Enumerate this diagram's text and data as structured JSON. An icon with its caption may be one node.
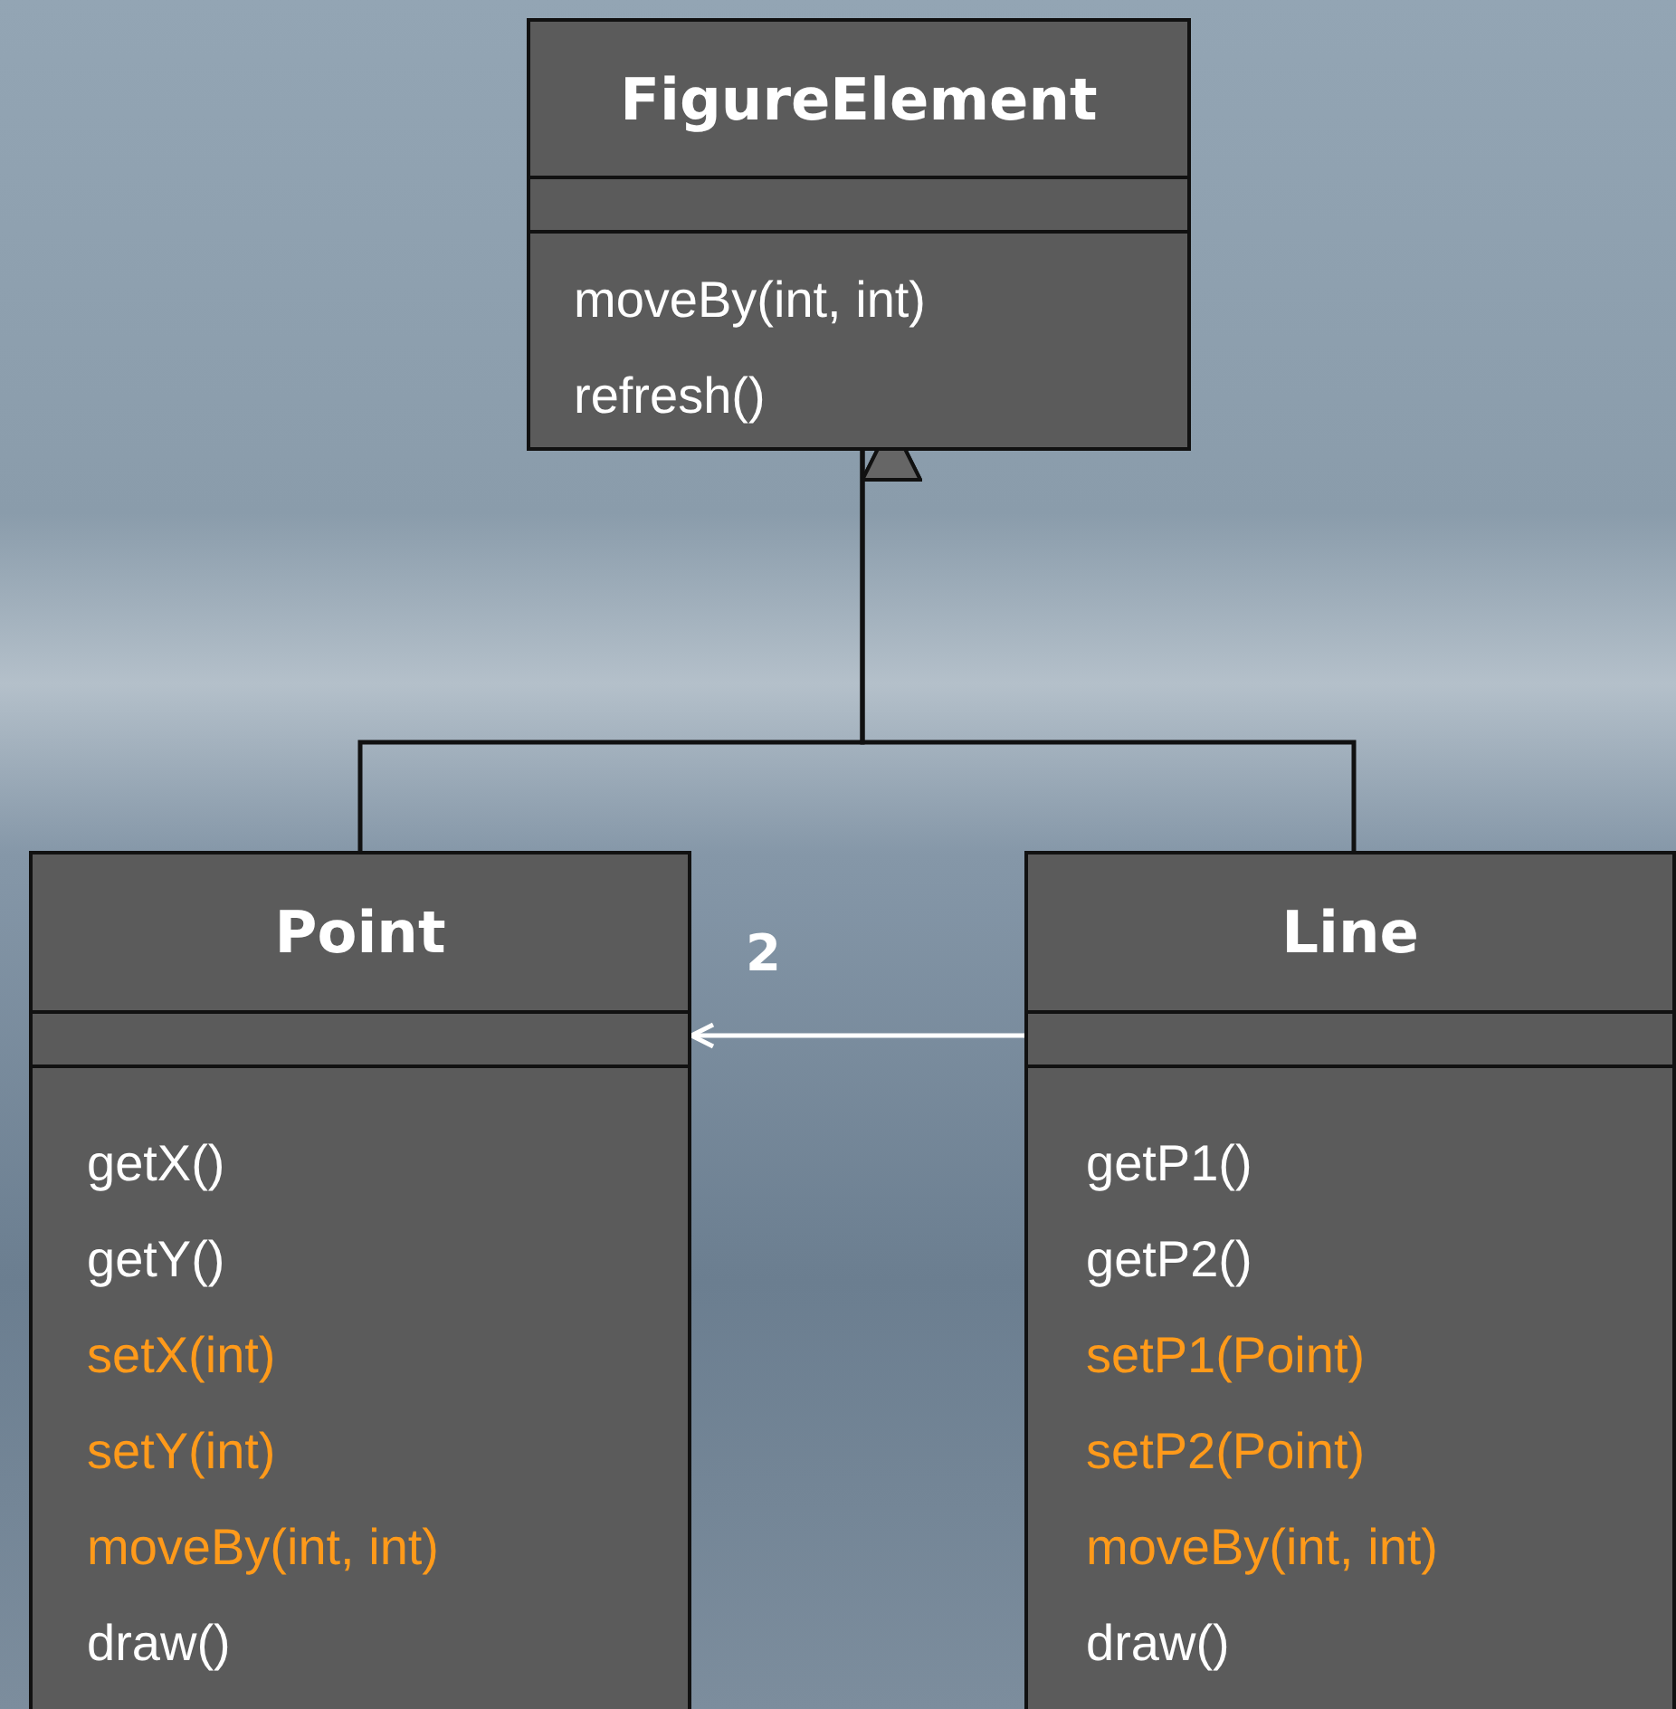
{
  "diagram": {
    "nodes": [
      {
        "text": [
          "FigureElement",
          "moveBy(int, int)",
          "refresh()"
        ]
      },
      {
        "text": [
          "Point",
          "getX()",
          "getY()",
          "setX(int)",
          "setY(int)",
          "moveBy(int, int)",
          "draw()"
        ]
      },
      {
        "text": [
          "Line",
          "getP1()",
          "getP2()",
          "setP1(Point)",
          "setP2(Point)",
          "moveBy(int, int)",
          "draw()"
        ]
      }
    ],
    "edges": [
      {
        "from": 1,
        "to": 0,
        "arrow": "to"
      },
      {
        "from": 2,
        "to": 0,
        "arrow": "to"
      },
      {
        "from": 2,
        "to": 1,
        "arrow": "to",
        "label": "2",
        "color": "#ffffff"
      }
    ]
  }
}
